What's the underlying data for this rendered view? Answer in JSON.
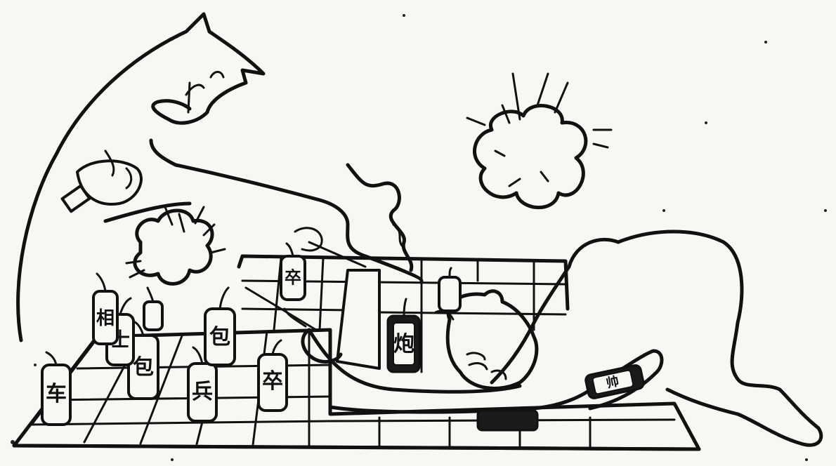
{
  "cartoon": {
    "pieces": [
      {
        "label": "车",
        "style": "light"
      },
      {
        "label": "包",
        "style": "light"
      },
      {
        "label": "兵",
        "style": "light"
      },
      {
        "label": "卒",
        "style": "light"
      },
      {
        "label": "包",
        "style": "light"
      },
      {
        "label": "士",
        "style": "light"
      },
      {
        "label": "相",
        "style": "light"
      },
      {
        "label": "卒",
        "style": "light"
      },
      {
        "label": "炮",
        "style": "dark"
      },
      {
        "label": "帅",
        "style": "dark"
      }
    ]
  }
}
